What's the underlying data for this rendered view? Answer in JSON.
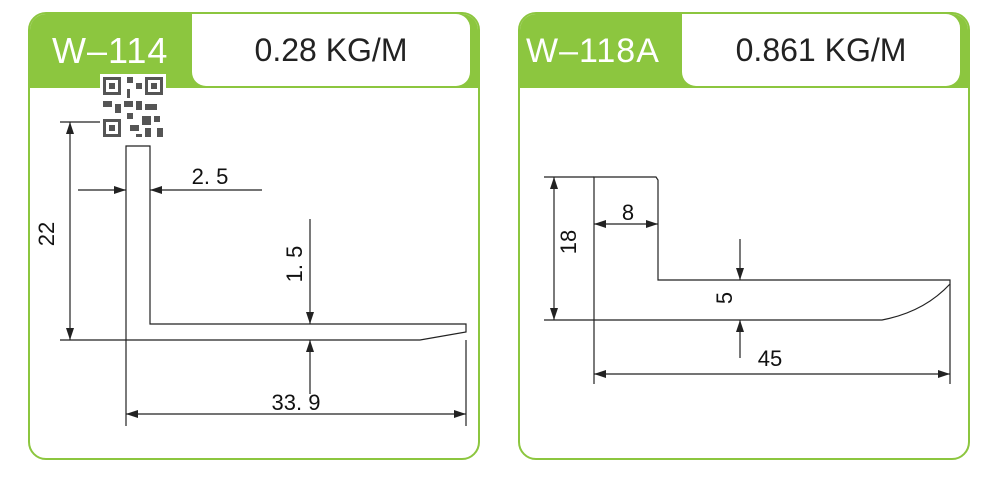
{
  "profiles": [
    {
      "model": "W–114",
      "weight": "0.28 KG/M",
      "dimensions": {
        "height": "22",
        "thickness_vertical": "2. 5",
        "thickness_base": "1. 5",
        "width": "33. 9"
      }
    },
    {
      "model": "W–118A",
      "weight": "0.861 KG/M",
      "dimensions": {
        "height": "18",
        "step_width": "8",
        "base_thickness": "5",
        "width": "45"
      }
    }
  ],
  "colors": {
    "accent": "#8cc63f",
    "line": "#222222"
  },
  "icons": {
    "qr": "qr-code-icon"
  }
}
